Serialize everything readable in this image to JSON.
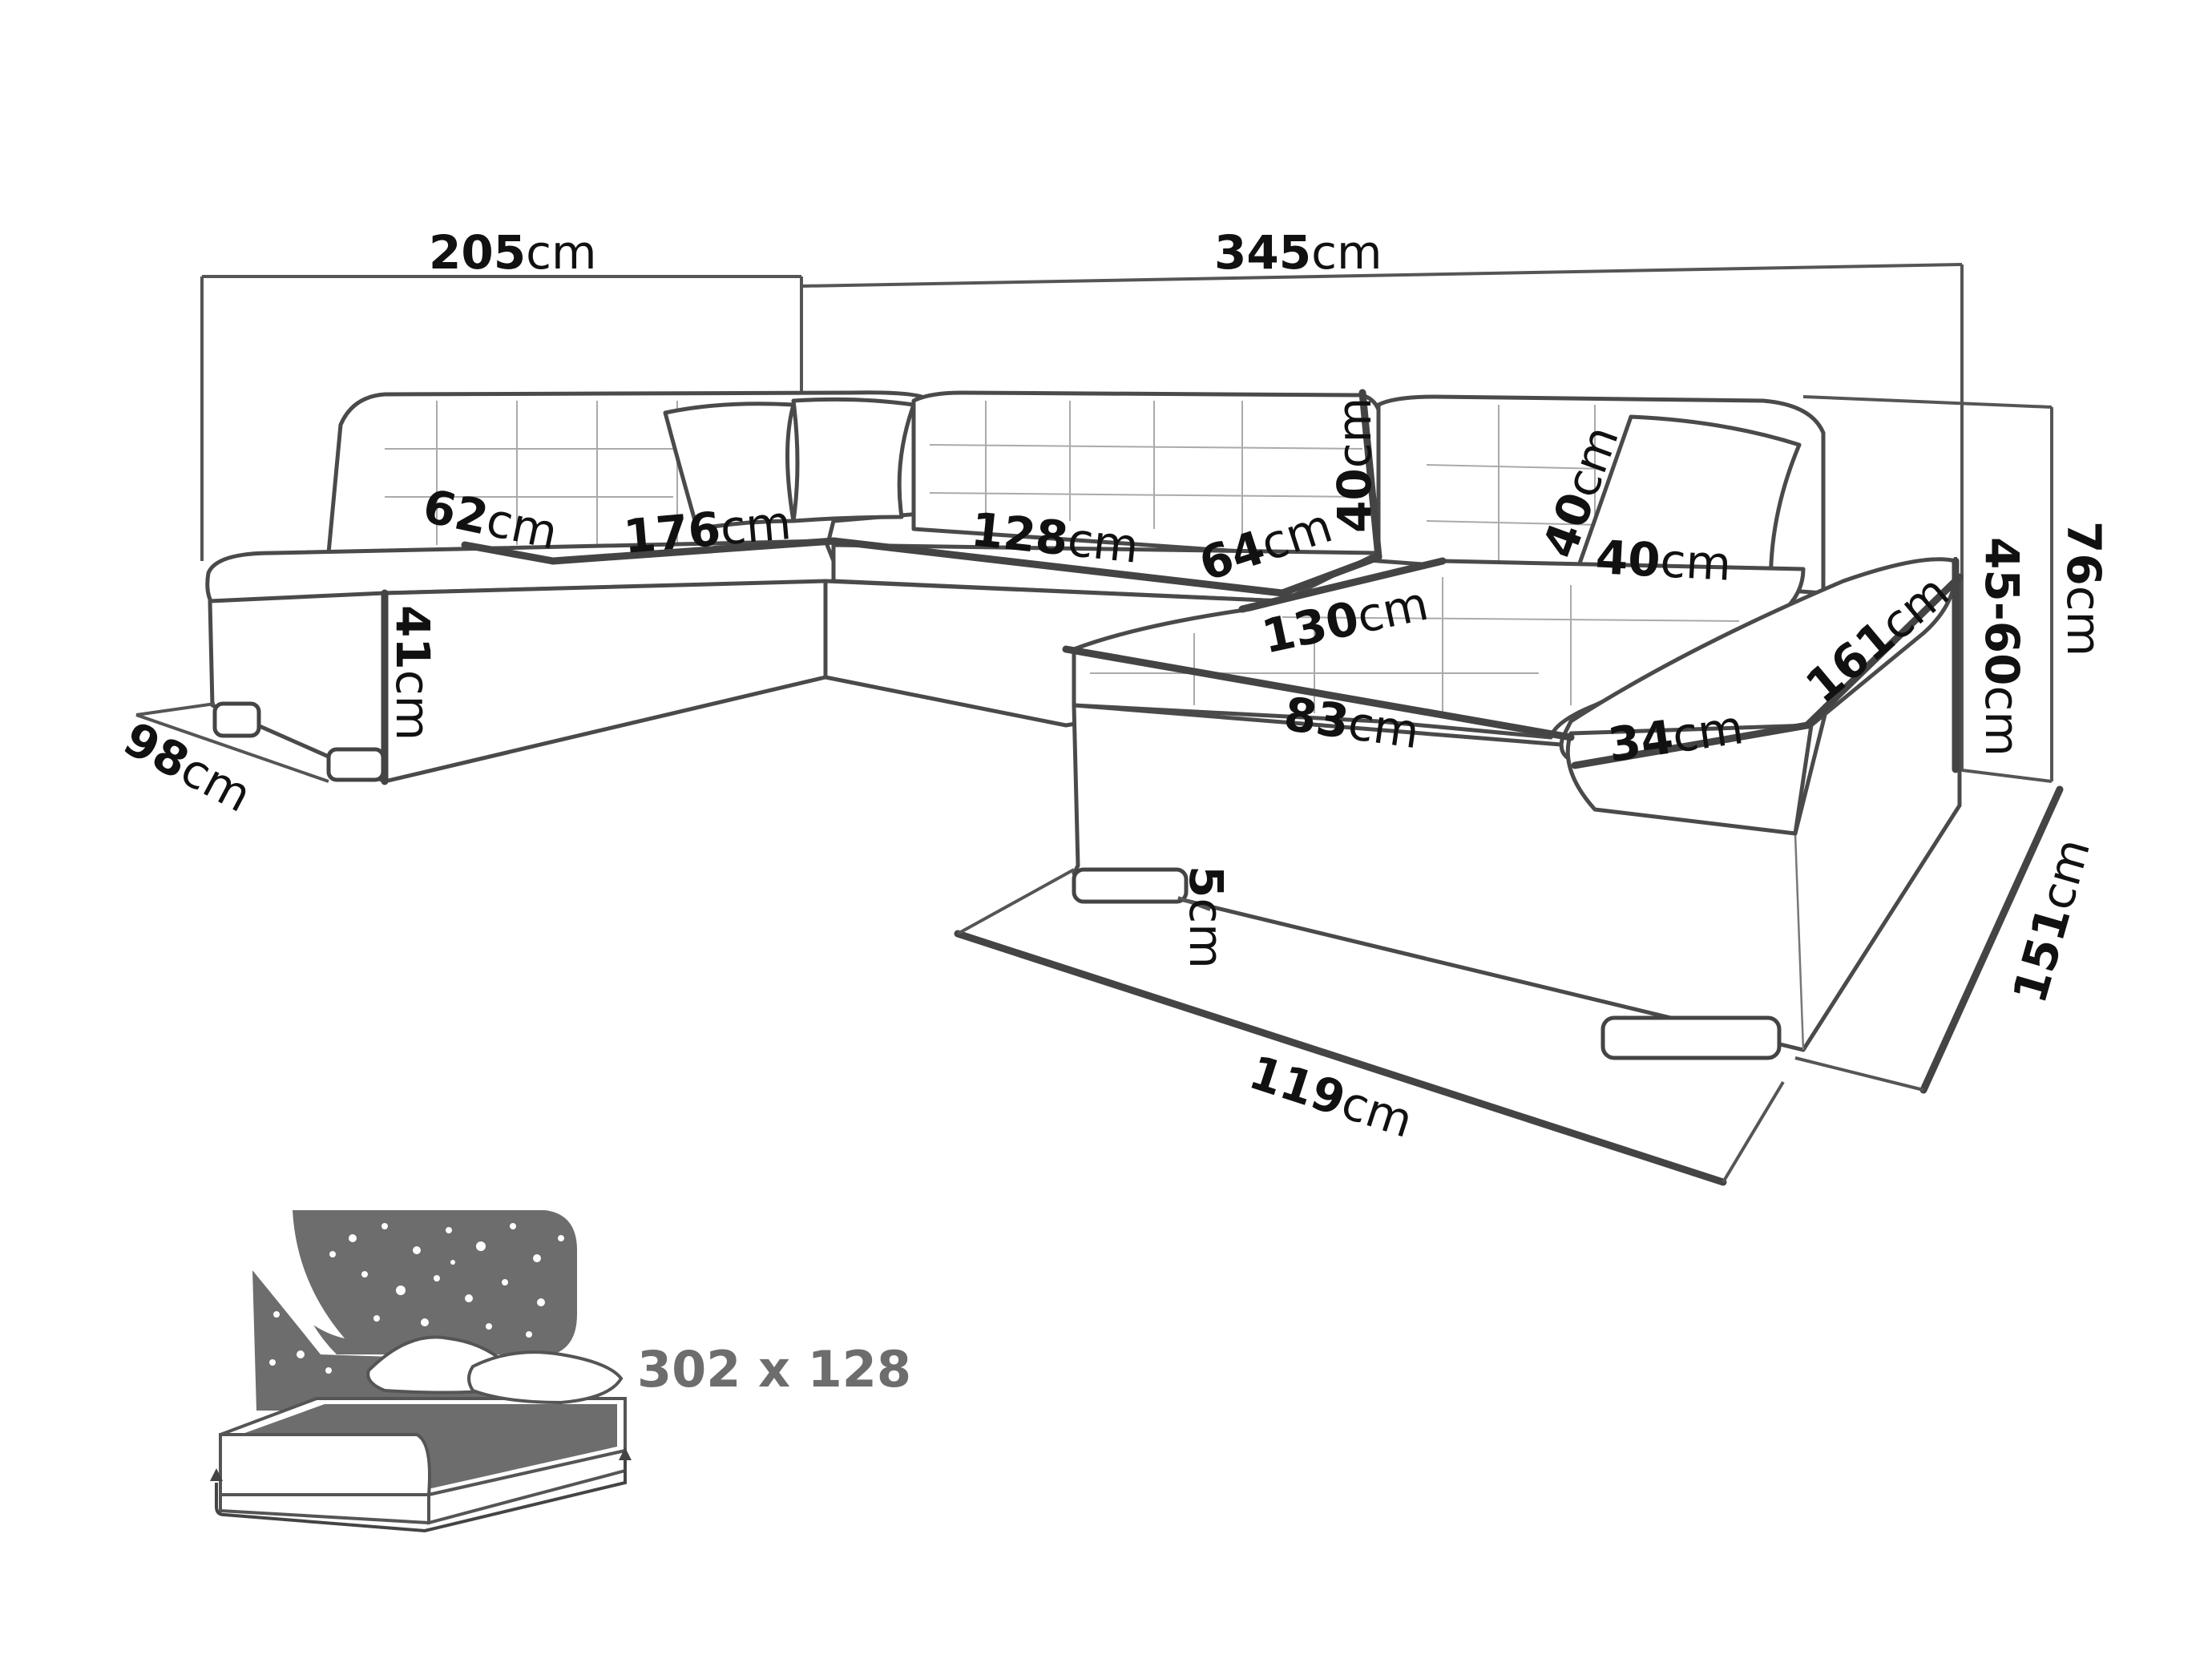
{
  "unit": "cm",
  "dimensions": {
    "total_width_left": "205",
    "total_width_right": "345",
    "seat_depth_left": "62",
    "seat_length_left": "176",
    "seat_length_middle": "128",
    "seat_depth_middle": "64",
    "backrest_height": "40",
    "pillow_height": "40",
    "pillow_width": "40",
    "chaise_width": "130",
    "chaise_front": "83",
    "armrest_width": "34",
    "armrest_length": "161",
    "seat_height": "41",
    "side_depth": "98",
    "leg_height": "5",
    "chaise_depth": "119",
    "right_depth": "151",
    "seat_height_range": "45-60",
    "total_height": "76"
  },
  "sleeping_area": {
    "label": "302 x 128",
    "icon": "bed-stars-icon"
  },
  "colors": {
    "outline": "#4a4a4a",
    "text": "#111111",
    "bed_grey": "#6d6d6d"
  }
}
